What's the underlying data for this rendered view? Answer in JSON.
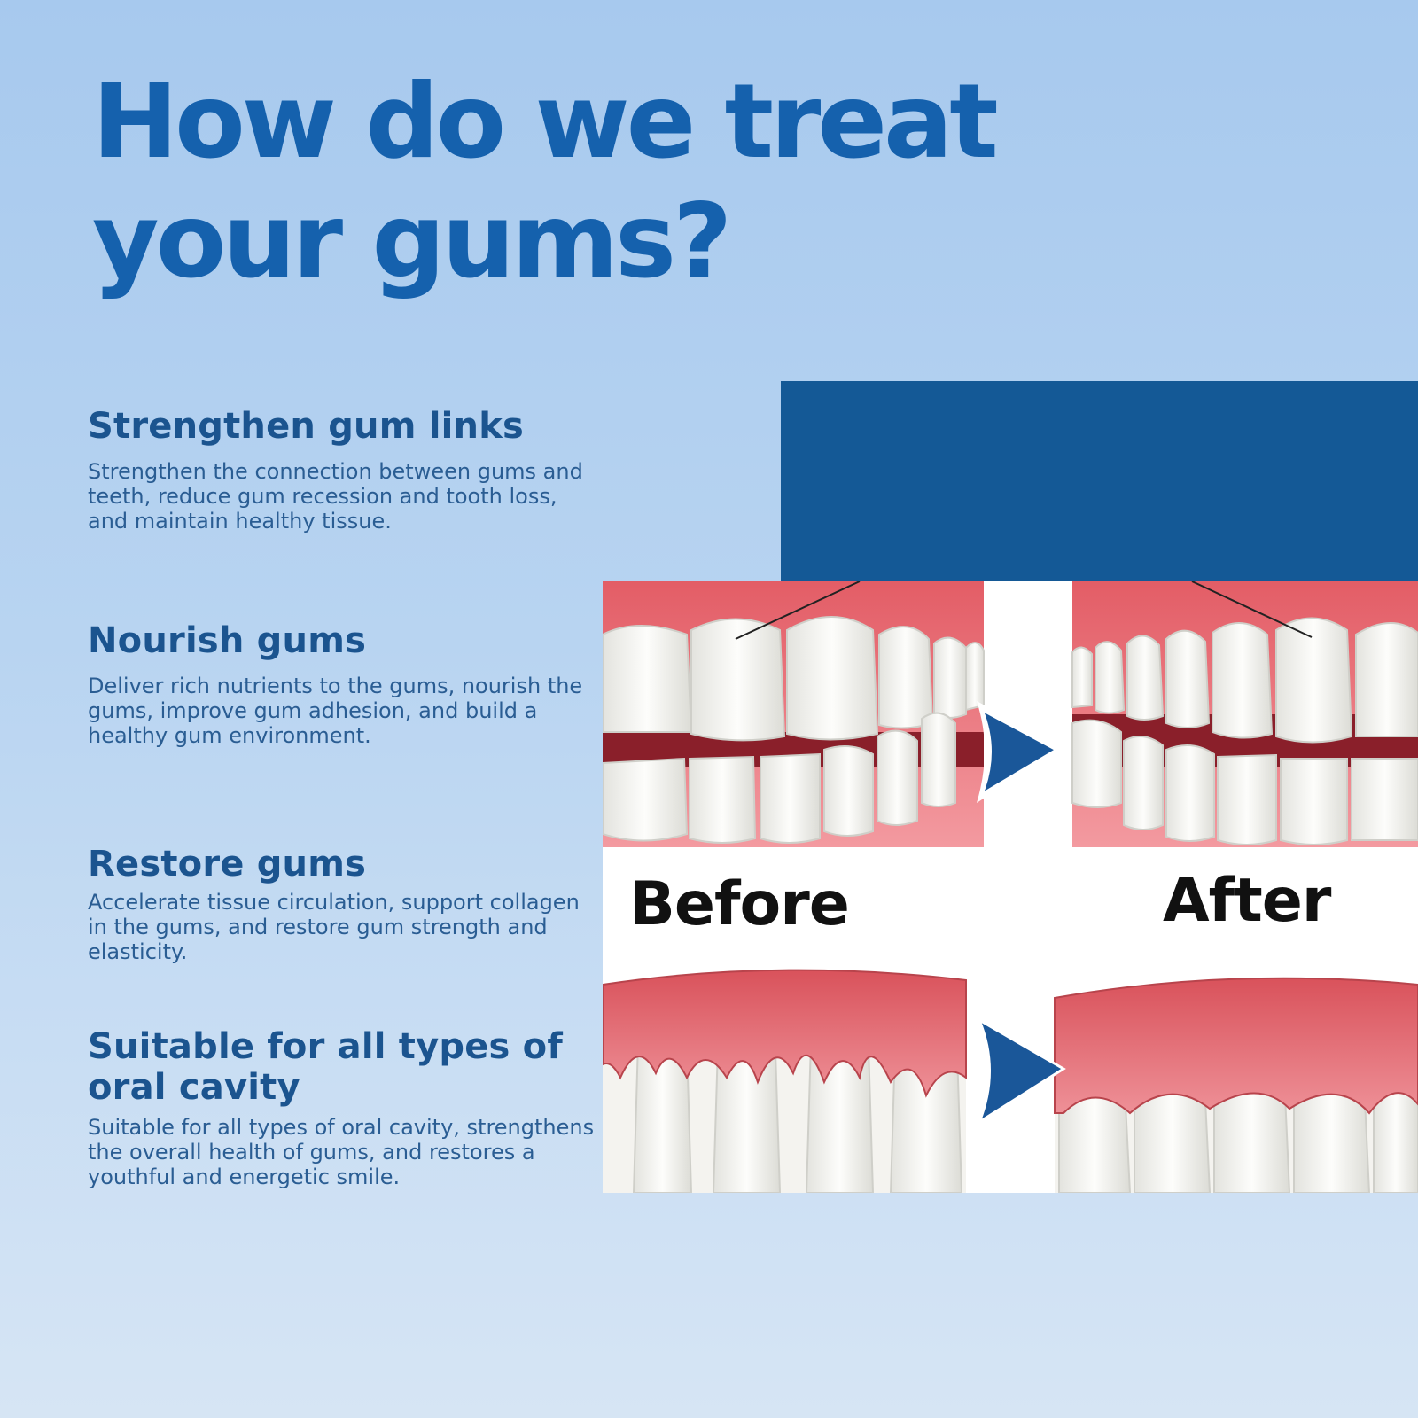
{
  "headline": {
    "line1": "How do we treat",
    "line2": "your gums?"
  },
  "features": [
    {
      "title": "Strengthen gum links",
      "body": "Strengthen the connection between gums and teeth, reduce gum recession and tooth loss, and maintain healthy tissue."
    },
    {
      "title": "Nourish gums",
      "body": "Deliver rich nutrients to the gums, nourish the gums, improve gum adhesion, and build a healthy gum environment."
    },
    {
      "title": "Restore gums",
      "body": "Accelerate tissue circulation, support collagen in the gums, and restore gum strength and elasticity."
    },
    {
      "title": "Suitable for all types of oral cavity",
      "body": "Suitable for all types of oral cavity, strengthens the overall health of gums, and restores a youthful and energetic smile."
    }
  ],
  "comparison": {
    "before_label": "Before",
    "after_label": "After"
  },
  "colors": {
    "headline": "#1561ad",
    "navy": "#145996",
    "gum": "#e06a72",
    "tooth": "#f7f7f5"
  },
  "icons": {
    "arrow": "chevron-right-triangle-icon"
  }
}
